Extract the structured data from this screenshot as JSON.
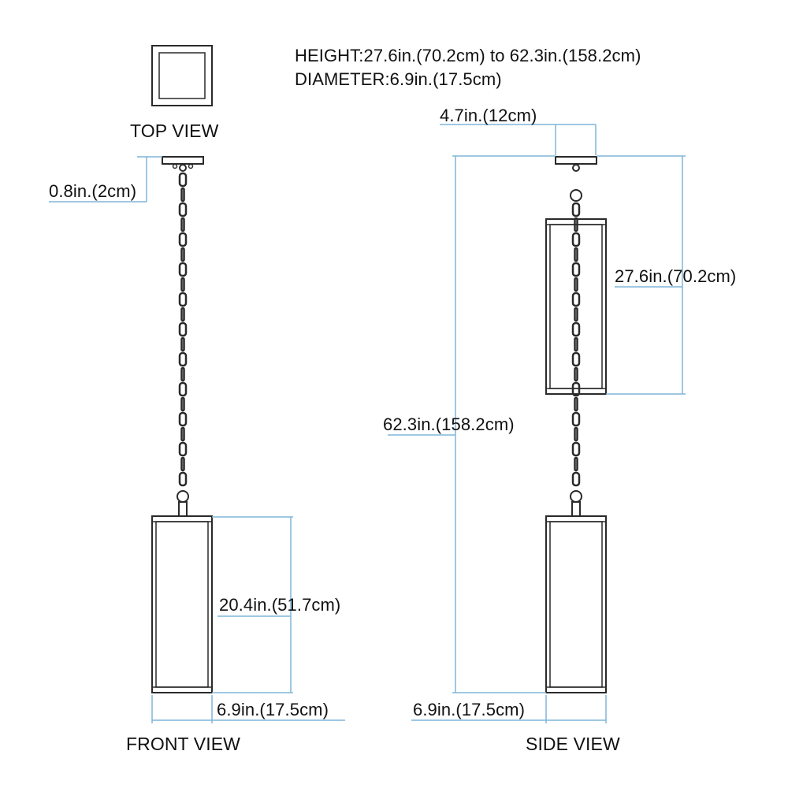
{
  "specs": {
    "height": "HEIGHT:27.6in.(70.2cm) to 62.3in.(158.2cm)",
    "diameter": "DIAMETER:6.9in.(17.5cm)"
  },
  "views": {
    "top": "TOP VIEW",
    "front": "FRONT VIEW",
    "side": "SIDE VIEW"
  },
  "dimensions": {
    "canopy_height": "0.8in.(2cm)",
    "front_body_height": "20.4in.(51.7cm)",
    "front_width": "6.9in.(17.5cm)",
    "canopy_width": "4.7in.(12cm)",
    "min_height": "27.6in.(70.2cm)",
    "max_height": "62.3in.(158.2cm)",
    "side_width": "6.9in.(17.5cm)"
  },
  "colors": {
    "line": "#2a2a2a",
    "dimension": "#7fb6d8"
  }
}
